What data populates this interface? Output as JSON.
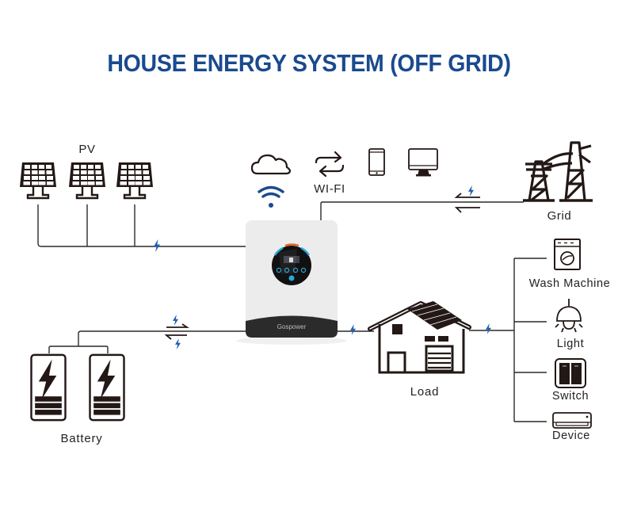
{
  "title": "HOUSE ENERGY SYSTEM (OFF GRID)",
  "labels": {
    "pv": "PV",
    "wifi": "WI-FI",
    "grid": "Grid",
    "battery": "Battery",
    "load": "Load",
    "inverter_brand": "Gospower"
  },
  "loads": [
    {
      "label": "Wash Machine",
      "icon": "washing-machine-icon"
    },
    {
      "label": "Light",
      "icon": "ceiling-light-icon"
    },
    {
      "label": "Switch",
      "icon": "wall-switch-icon"
    },
    {
      "label": "Device",
      "icon": "air-conditioner-icon"
    }
  ],
  "connectivity_icons": [
    "cloud-icon",
    "wifi-icon",
    "sync-arrows-icon",
    "smartphone-icon",
    "monitor-icon"
  ],
  "colors": {
    "title": "#1a4a8e",
    "bolt": "#1f5fb0",
    "wifi": "#1a4a8e",
    "line": "#2a2a2a",
    "icon": "#231815",
    "inverter_body": "#ececec",
    "inverter_base": "#2b2b2b",
    "display_ring_blue": "#2aa8d8",
    "display_ring_orange": "#e0642a"
  }
}
